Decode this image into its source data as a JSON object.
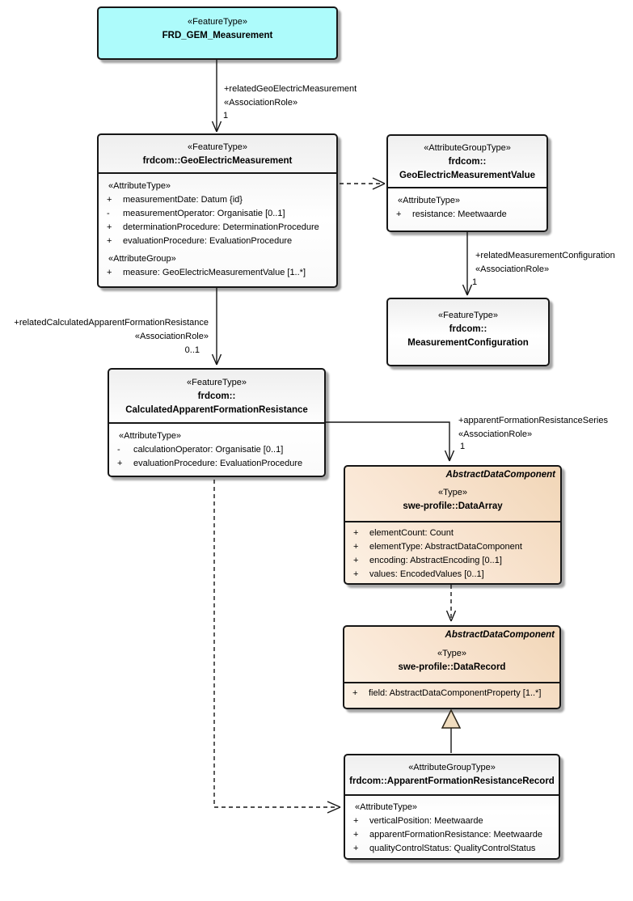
{
  "diagram": {
    "kind": "UML class diagram"
  },
  "colors": {
    "feature_highlight_fill": "#ADFBFB",
    "external_type_fill": "#F6E0C8",
    "class_fill": "#FFFFFF",
    "border": "#161616",
    "generalization_triangle_fill": "#F0DCBE"
  },
  "boxes": {
    "frd_gem": {
      "stereotype": "«FeatureType»",
      "name": "FRD_GEM_Measurement"
    },
    "gem": {
      "stereotype": "«FeatureType»",
      "name": "frdcom::GeoElectricMeasurement",
      "sections": [
        {
          "header": "«AttributeType»",
          "rows": [
            {
              "v": "+",
              "t": "measurementDate: Datum {id}"
            },
            {
              "v": "-",
              "t": "measurementOperator: Organisatie [0..1]"
            },
            {
              "v": "+",
              "t": "determinationProcedure: DeterminationProcedure"
            },
            {
              "v": "+",
              "t": "evaluationProcedure: EvaluationProcedure"
            }
          ]
        },
        {
          "header": "«AttributeGroup»",
          "rows": [
            {
              "v": "+",
              "t": "measure: GeoElectricMeasurementValue [1..*]"
            }
          ]
        }
      ]
    },
    "gemval": {
      "stereotype": "«AttributeGroupType»",
      "name_line1": "frdcom::",
      "name_line2": "GeoElectricMeasurementValue",
      "section_header": "«AttributeType»",
      "rows": [
        {
          "v": "+",
          "t": "resistance: Meetwaarde"
        }
      ]
    },
    "mconf": {
      "stereotype": "«FeatureType»",
      "name_line1": "frdcom::",
      "name_line2": "MeasurementConfiguration"
    },
    "calc": {
      "stereotype": "«FeatureType»",
      "name_line1": "frdcom::",
      "name_line2": "CalculatedApparentFormationResistance",
      "section_header": "«AttributeType»",
      "rows": [
        {
          "v": "-",
          "t": "calculationOperator: Organisatie [0..1]"
        },
        {
          "v": "+",
          "t": "evaluationProcedure: EvaluationProcedure"
        }
      ]
    },
    "dataarray": {
      "supertype": "AbstractDataComponent",
      "stereotype": "«Type»",
      "name": "swe-profile::DataArray",
      "rows": [
        {
          "v": "+",
          "t": "elementCount: Count"
        },
        {
          "v": "+",
          "t": "elementType: AbstractDataComponent"
        },
        {
          "v": "+",
          "t": "encoding: AbstractEncoding [0..1]"
        },
        {
          "v": "+",
          "t": "values: EncodedValues [0..1]"
        }
      ]
    },
    "datarecord": {
      "supertype": "AbstractDataComponent",
      "stereotype": "«Type»",
      "name": "swe-profile::DataRecord",
      "rows": [
        {
          "v": "+",
          "t": "field: AbstractDataComponentProperty [1..*]"
        }
      ]
    },
    "afrr": {
      "stereotype": "«AttributeGroupType»",
      "name": "frdcom::ApparentFormationResistanceRecord",
      "section_header": "«AttributeType»",
      "rows": [
        {
          "v": "+",
          "t": "verticalPosition: Meetwaarde"
        },
        {
          "v": "+",
          "t": "apparentFormationResistance: Meetwaarde"
        },
        {
          "v": "+",
          "t": "qualityControlStatus: QualityControlStatus"
        }
      ]
    }
  },
  "connectors": {
    "related_geo_electric_measurement": {
      "label": "+relatedGeoElectricMeasurement",
      "stereotype": "«AssociationRole»",
      "multiplicity": "1"
    },
    "related_calculated_apparent_formation_resistance": {
      "label": "+relatedCalculatedApparentFormationResistance",
      "stereotype": "«AssociationRole»",
      "multiplicity": "0..1"
    },
    "related_measurement_configuration": {
      "label": "+relatedMeasurementConfiguration",
      "stereotype": "«AssociationRole»",
      "multiplicity": "1"
    },
    "apparent_formation_resistance_series": {
      "label": "+apparentFormationResistanceSeries",
      "stereotype": "«AssociationRole»",
      "multiplicity": "1"
    }
  }
}
